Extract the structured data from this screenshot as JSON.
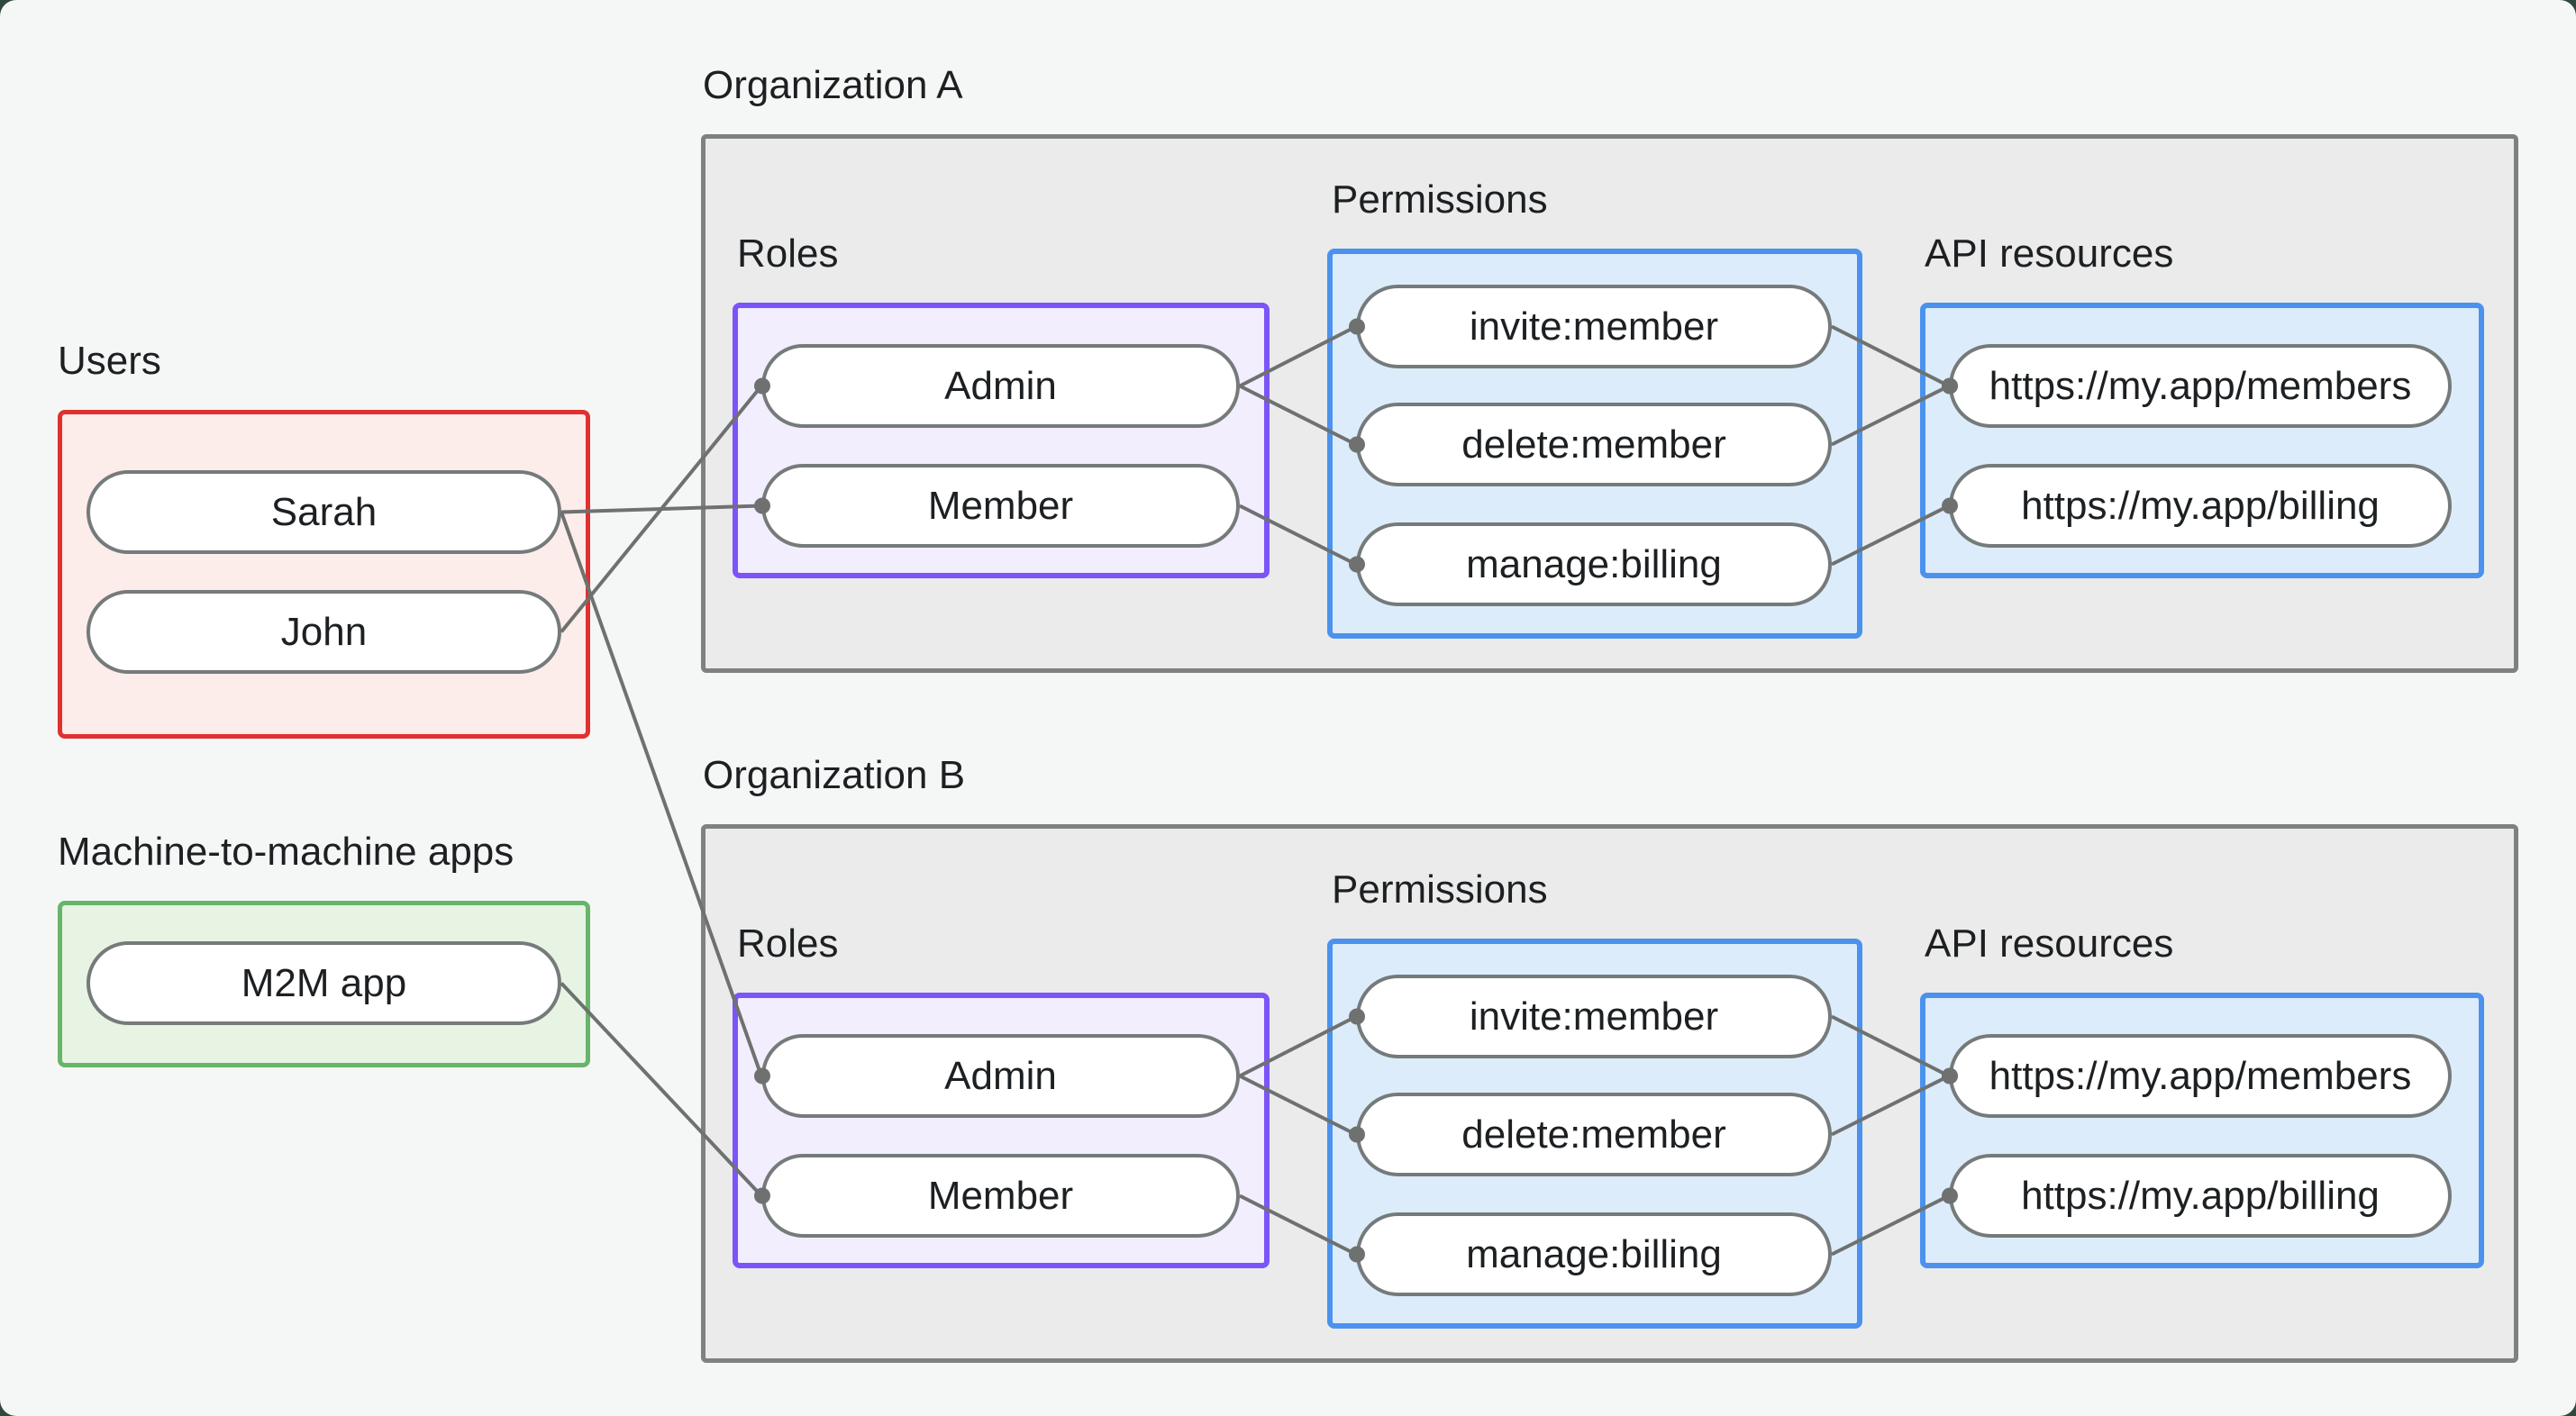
{
  "users_group": {
    "label": "Users",
    "items": [
      {
        "id": "sarah",
        "label": "Sarah"
      },
      {
        "id": "john",
        "label": "John"
      }
    ]
  },
  "m2m_group": {
    "label": "Machine-to-machine apps",
    "items": [
      {
        "id": "m2m-app",
        "label": "M2M app"
      }
    ]
  },
  "org_a": {
    "label": "Organization A",
    "roles": {
      "label": "Roles",
      "items": [
        {
          "id": "org-a-admin",
          "label": "Admin"
        },
        {
          "id": "org-a-member",
          "label": "Member"
        }
      ]
    },
    "permissions": {
      "label": "Permissions",
      "items": [
        {
          "id": "org-a-invite",
          "label": "invite:member"
        },
        {
          "id": "org-a-delete",
          "label": "delete:member"
        },
        {
          "id": "org-a-manage",
          "label": "manage:billing"
        }
      ]
    },
    "api_resources": {
      "label": "API resources",
      "items": [
        {
          "id": "org-a-members-api",
          "label": "https://my.app/members"
        },
        {
          "id": "org-a-billing-api",
          "label": "https://my.app/billing"
        }
      ]
    }
  },
  "org_b": {
    "label": "Organization B",
    "roles": {
      "label": "Roles",
      "items": [
        {
          "id": "org-b-admin",
          "label": "Admin"
        },
        {
          "id": "org-b-member",
          "label": "Member"
        }
      ]
    },
    "permissions": {
      "label": "Permissions",
      "items": [
        {
          "id": "org-b-invite",
          "label": "invite:member"
        },
        {
          "id": "org-b-delete",
          "label": "delete:member"
        },
        {
          "id": "org-b-manage",
          "label": "manage:billing"
        }
      ]
    },
    "api_resources": {
      "label": "API resources",
      "items": [
        {
          "id": "org-b-members-api",
          "label": "https://my.app/members"
        },
        {
          "id": "org-b-billing-api",
          "label": "https://my.app/billing"
        }
      ]
    }
  },
  "edges": [
    {
      "from": "sarah",
      "to": "org-a-member"
    },
    {
      "from": "john",
      "to": "org-a-admin"
    },
    {
      "from": "sarah",
      "to": "org-b-admin"
    },
    {
      "from": "m2m-app",
      "to": "org-b-member"
    },
    {
      "from": "org-a-admin",
      "to": "org-a-invite"
    },
    {
      "from": "org-a-admin",
      "to": "org-a-delete"
    },
    {
      "from": "org-a-member",
      "to": "org-a-manage"
    },
    {
      "from": "org-a-invite",
      "to": "org-a-members-api"
    },
    {
      "from": "org-a-delete",
      "to": "org-a-members-api"
    },
    {
      "from": "org-a-manage",
      "to": "org-a-billing-api"
    },
    {
      "from": "org-b-admin",
      "to": "org-b-invite"
    },
    {
      "from": "org-b-admin",
      "to": "org-b-delete"
    },
    {
      "from": "org-b-member",
      "to": "org-b-manage"
    },
    {
      "from": "org-b-invite",
      "to": "org-b-members-api"
    },
    {
      "from": "org-b-delete",
      "to": "org-b-members-api"
    },
    {
      "from": "org-b-manage",
      "to": "org-b-billing-api"
    }
  ],
  "colors": {
    "background": "#f5f7f6",
    "backdrop": "#2e4a3c",
    "users_border": "#e03131",
    "users_fill": "#fcecea",
    "m2m_border": "#68b569",
    "m2m_fill": "#e7f3e3",
    "org_border": "#7f8080",
    "org_fill": "#ebebeb",
    "roles_border": "#7b55f7",
    "roles_fill": "#f2eefd",
    "permissions_border": "#4b92ee",
    "permissions_fill": "#ddecfa",
    "node_border": "#757a7a",
    "connector": "#6e7170",
    "text": "#1d2022"
  }
}
